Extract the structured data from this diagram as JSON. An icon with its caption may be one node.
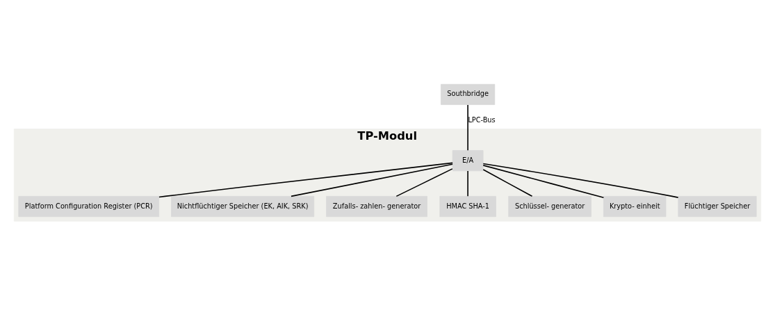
{
  "diagram": {
    "nodes": [
      {
        "text": [
          "TP-Modul"
        ]
      },
      {
        "text": [
          "Platform Configuration Register (PCR)"
        ],
        "in": 0
      },
      {
        "text": [
          "Nichtflüchtiger Speicher (EK, AIK, SRK)"
        ],
        "in": 0
      },
      {
        "text": [
          "Southbridge"
        ]
      },
      {
        "text": [
          "E/A"
        ],
        "in": 0
      },
      {
        "text": [
          "Zufalls- zahlen- generator"
        ],
        "in": 0
      },
      {
        "text": [
          "HMAC SHA-1"
        ],
        "in": 0
      },
      {
        "text": [
          "Schlüssel- generator"
        ],
        "in": 0
      },
      {
        "text": [
          "Krypto- einheit"
        ],
        "in": 0
      },
      {
        "text": [
          "Flüchtiger Speicher"
        ],
        "in": 0
      }
    ],
    "edges": [
      {
        "from": 3,
        "to": 4,
        "arrow": "none",
        "label": "LPC-Bus"
      },
      {
        "from": 4,
        "to": 1,
        "arrow": "none"
      },
      {
        "from": 4,
        "to": 2,
        "arrow": "none"
      },
      {
        "from": 4,
        "to": 5,
        "arrow": "none"
      },
      {
        "from": 4,
        "to": 6,
        "arrow": "none"
      },
      {
        "from": 4,
        "to": 7,
        "arrow": "none"
      },
      {
        "from": 4,
        "to": 8,
        "arrow": "none"
      },
      {
        "from": 4,
        "to": 9,
        "arrow": "none"
      }
    ]
  }
}
